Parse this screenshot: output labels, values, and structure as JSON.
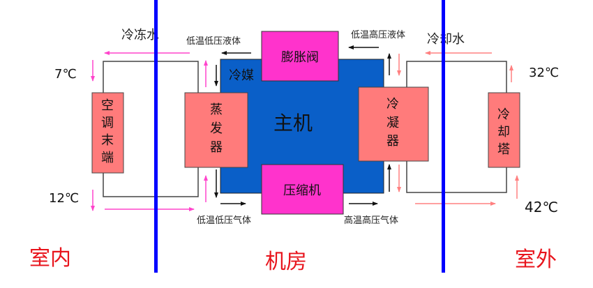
{
  "zones": {
    "indoor": "室内",
    "machine_room": "机房",
    "outdoor": "室外"
  },
  "components": {
    "expansion_valve": "膨胀阀",
    "compressor": "压缩机",
    "main_unit": "主机",
    "refrigerant": "冷媒",
    "evaporator": [
      "蒸",
      "发",
      "器"
    ],
    "condenser": [
      "冷",
      "凝",
      "器"
    ],
    "ac_terminal": [
      "空",
      "调",
      "末",
      "端"
    ],
    "cooling_tower": [
      "冷",
      "却",
      "塔"
    ]
  },
  "labels": {
    "chilled_water": "冷冻水",
    "cooling_water": "冷却水",
    "chilled_supply_temp": "7℃",
    "chilled_return_temp": "12℃",
    "cooling_supply_temp": "32℃",
    "cooling_return_temp": "42℃",
    "low_temp_low_pressure_liquid": "低温低压液体",
    "low_temp_low_pressure_gas": "低温低压气体",
    "low_temp_high_pressure_liquid": "低温高压液体",
    "high_temp_high_pressure_gas": "高温高压气体"
  },
  "colors": {
    "divider": "#0000ff",
    "main_unit": "#0a5fc8",
    "valve": "#ff33cc",
    "exchanger": "#ff7b7b",
    "water_arrow": "#ff44cc",
    "cooling_arrow": "#ff8080",
    "zone_text": "#e8141c"
  }
}
